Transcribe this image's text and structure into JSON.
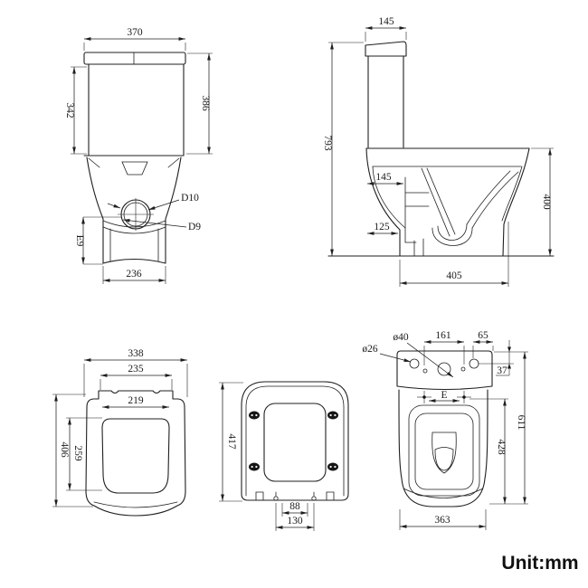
{
  "unit": {
    "label": "Unit:mm"
  },
  "front_view": {
    "tank_width": "370",
    "tank_height": "342",
    "total_tank_height": "386",
    "spud_outer": "D10",
    "spud_inner": "D9",
    "spud_height": "E9",
    "base_width": "236"
  },
  "side_view": {
    "lid_depth": "145",
    "total_height": "793",
    "flush_pipe_offset": "145",
    "outlet_offset": "125",
    "bowl_height": "400",
    "base_depth": "405"
  },
  "seat_top_view": {
    "outer_width": "338",
    "hinge_width": "235",
    "opening_width": "219",
    "outer_length": "406",
    "opening_length": "259"
  },
  "seat_under_view": {
    "length": "417",
    "hinge_pin_inner": "88",
    "hinge_pin_outer": "130"
  },
  "plan_view": {
    "button_hole_dia": "ø40",
    "inlet_hole_dia": "ø26",
    "hole_spacing": "161",
    "hole_edge_offset": "65",
    "hole_depth_offset": "37",
    "seat_hole_spacing": "E",
    "rim_length": "428",
    "total_length": "611",
    "bowl_width": "363"
  }
}
